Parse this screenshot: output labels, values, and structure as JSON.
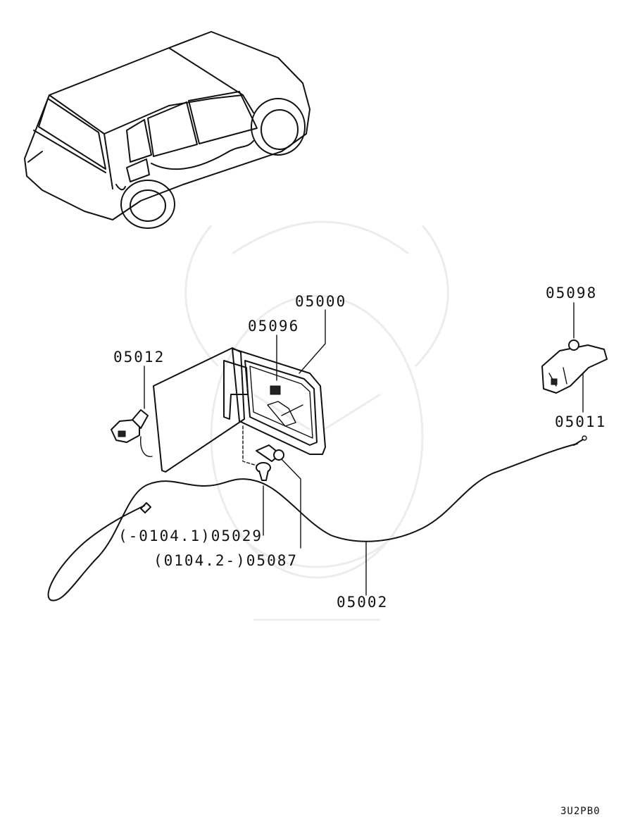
{
  "diagram": {
    "labels": {
      "p05000": "05000",
      "p05096": "05096",
      "p05012": "05012",
      "p05098": "05098",
      "p05011": "05011",
      "p05029": "(-0104.1)05029",
      "p05087": "(0104.2-)05087",
      "p05002": "05002"
    },
    "diagram_code": "3U2PB0"
  }
}
